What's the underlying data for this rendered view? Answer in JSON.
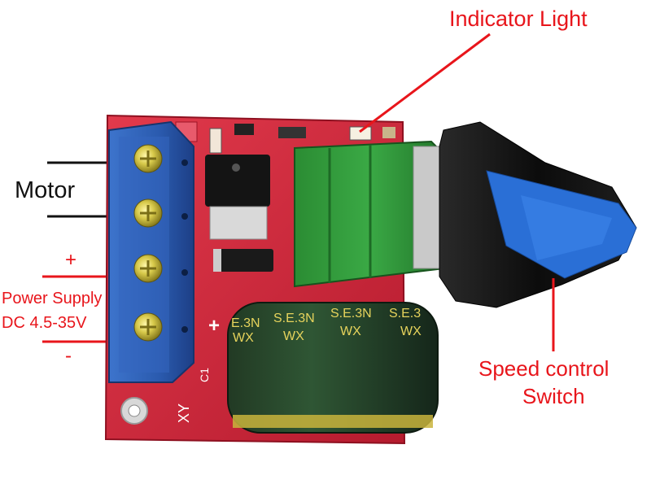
{
  "annotations": {
    "indicator_light": "Indicator Light",
    "motor": "Motor",
    "plus": "+",
    "power_supply_line1": "Power Supply",
    "power_supply_line2": "DC 4.5-35V",
    "minus": "-",
    "speed_control_line1": "Speed control",
    "speed_control_line2": "Switch"
  },
  "board_markings": {
    "capacitor_text": [
      "E.3N",
      "S.E.3N",
      "S.E.3N",
      "S.E.3"
    ],
    "capacitor_sub": [
      "WX",
      "WX",
      "WX",
      "WX"
    ],
    "plus_mark": "+",
    "xy_mark": "XY",
    "c1_mark": "C1"
  },
  "colors": {
    "annotation_red": "#e8151b",
    "pcb_red": "#d2263a",
    "terminal_blue": "#2f62b8",
    "pot_green": "#2f9a3a",
    "knob_black": "#111111",
    "knob_stripe_blue": "#2a6fd6",
    "capacitor_green": "#1f3b25"
  }
}
